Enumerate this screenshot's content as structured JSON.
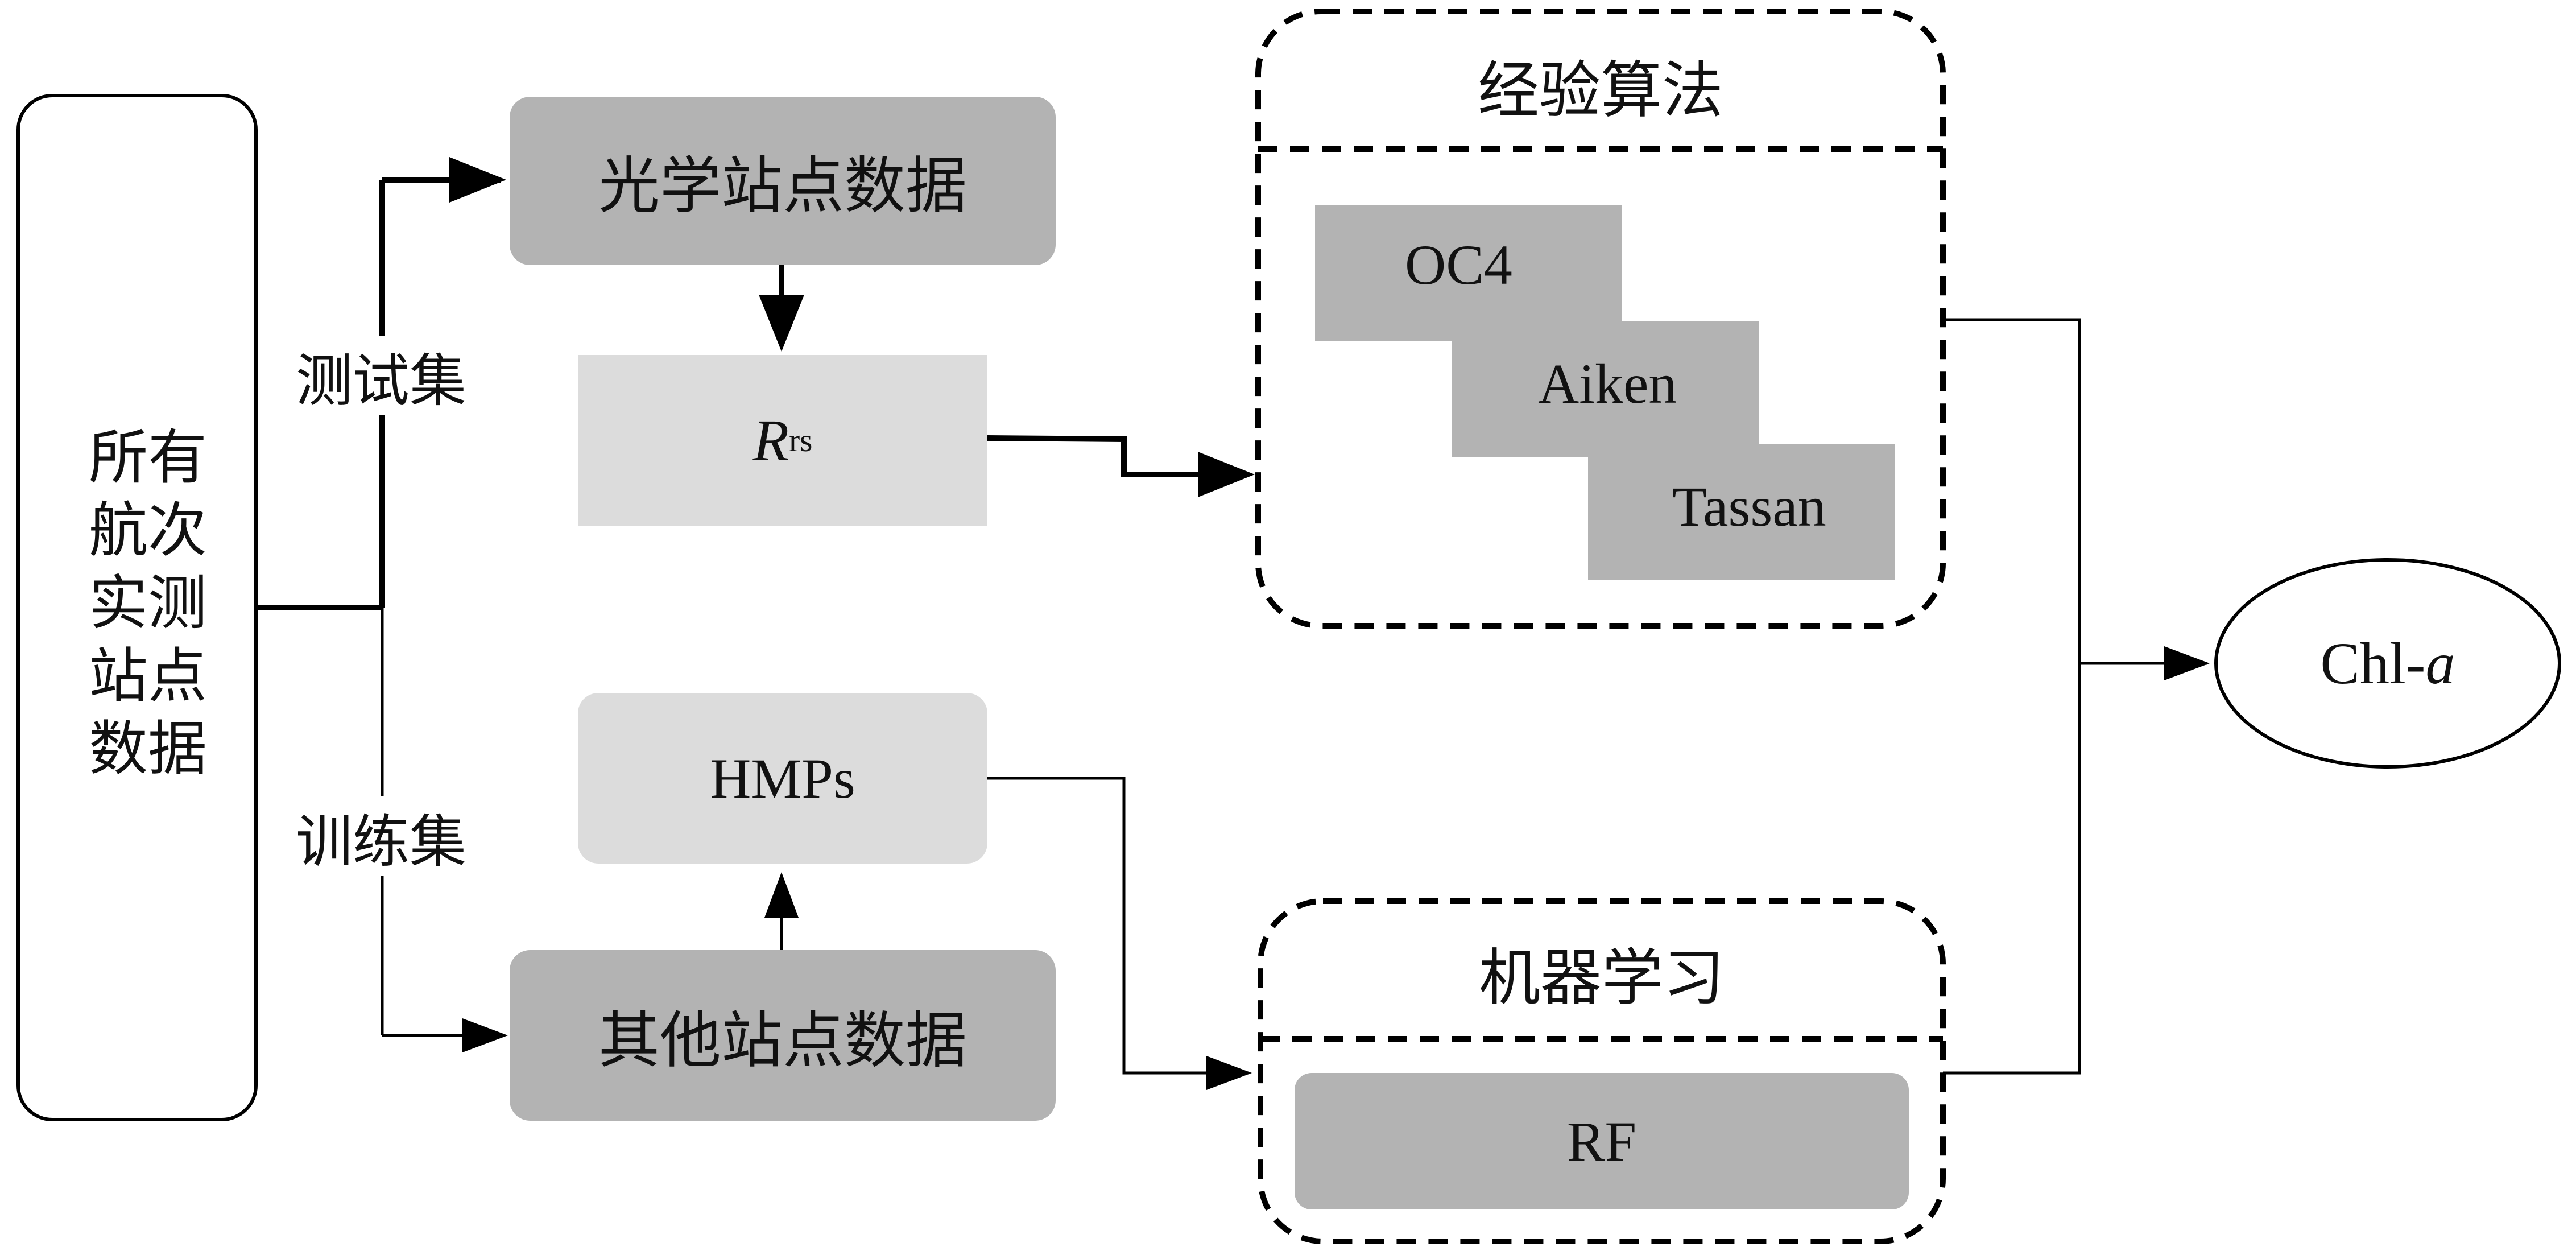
{
  "diagram": {
    "source_box": {
      "lines": [
        "所有",
        "航次",
        "实测",
        "站点",
        "数据"
      ]
    },
    "branch_labels": {
      "test": "测试集",
      "train": "训练集"
    },
    "optical_station_data": "光学站点数据",
    "other_station_data": "其他站点数据",
    "rrs": {
      "symbol": "R",
      "subscript": "rs"
    },
    "hmps": "HMPs",
    "empirical_group": {
      "title": "经验算法",
      "algorithms": [
        "OC4",
        "Aiken",
        "Tassan"
      ]
    },
    "ml_group": {
      "title": "机器学习",
      "model": "RF"
    },
    "output": {
      "prefix": "Chl-",
      "suffix": "a"
    }
  },
  "colors": {
    "dark_box": "#b3b3b3",
    "light_box": "#dcdcdc",
    "line": "#000000"
  }
}
